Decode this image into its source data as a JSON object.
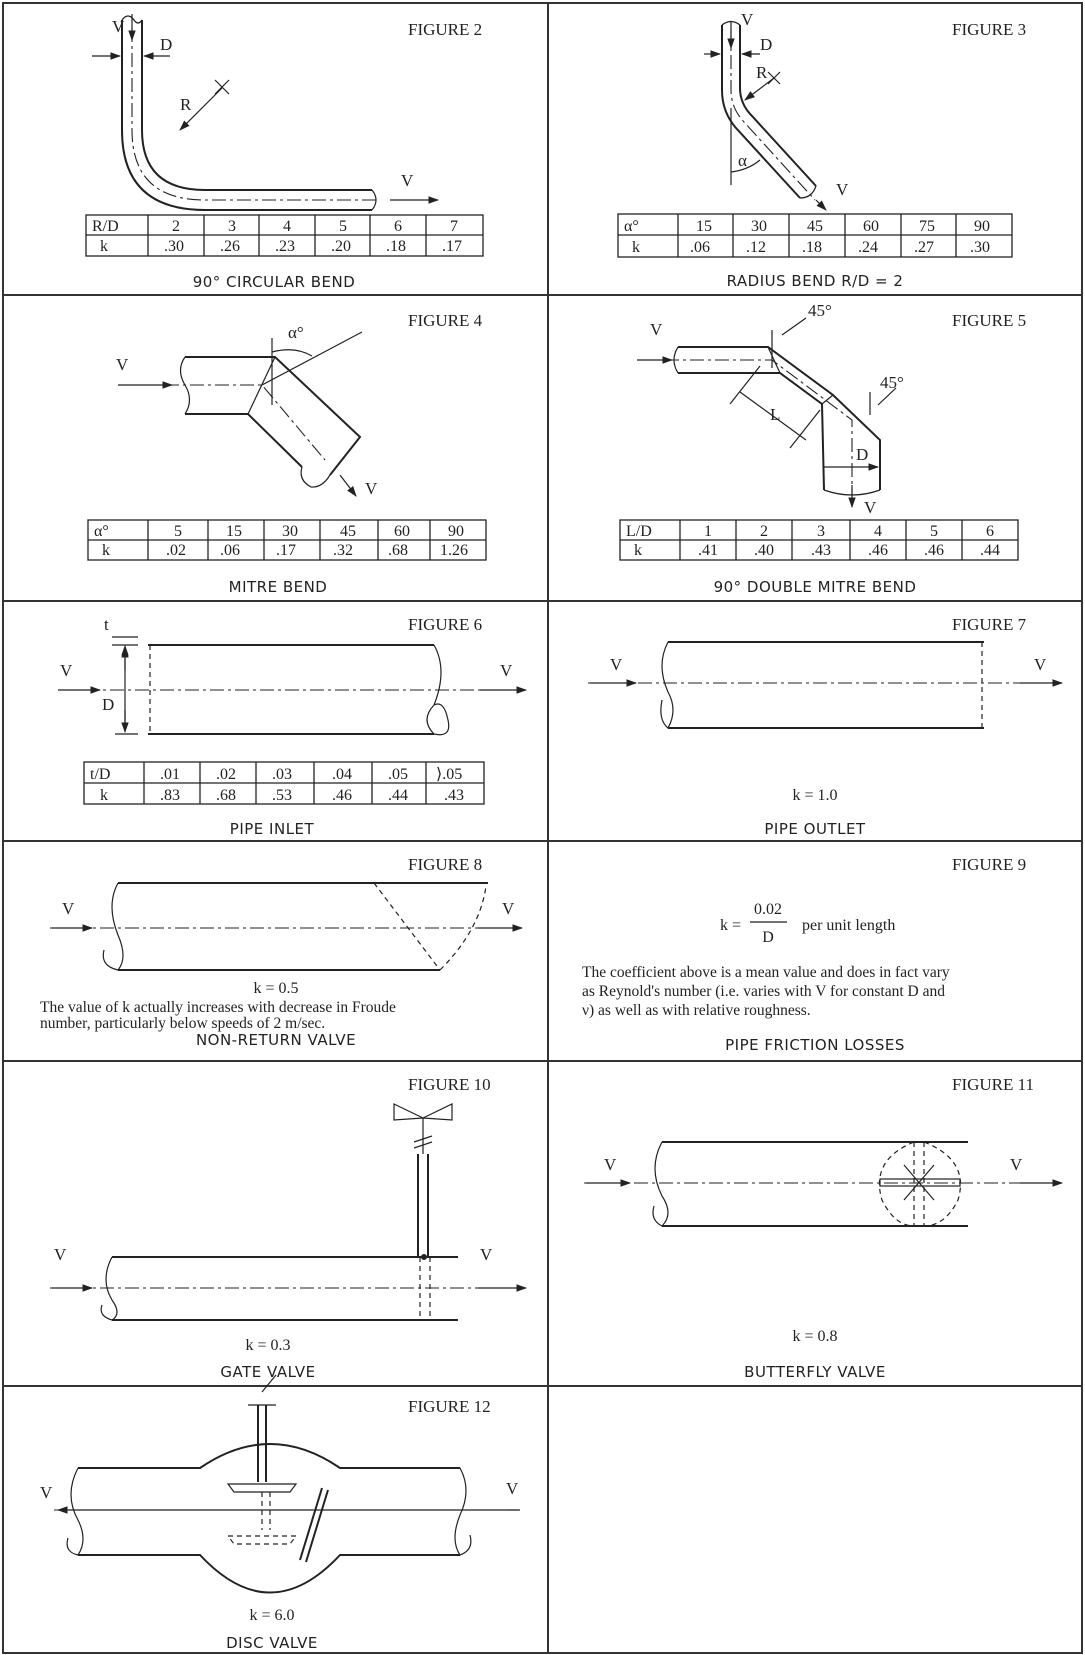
{
  "figures": {
    "f2": {
      "title": "FIGURE 2",
      "caption": "90° CIRCULAR BEND",
      "labels": {
        "v_in": "V",
        "d": "D",
        "r": "R",
        "v_out": "V"
      },
      "table": {
        "row1": [
          "R/D",
          "2",
          "3",
          "4",
          "5",
          "6",
          "7"
        ],
        "row2": [
          "k",
          ".30",
          ".26",
          ".23",
          ".20",
          ".18",
          ".17"
        ]
      }
    },
    "f3": {
      "title": "FIGURE 3",
      "caption": "RADIUS BEND   R/D = 2",
      "labels": {
        "v_in": "V",
        "d": "D",
        "r": "R",
        "alpha": "α",
        "v_out": "V"
      },
      "table": {
        "row1": [
          "α°",
          "15",
          "30",
          "45",
          "60",
          "75",
          "90"
        ],
        "row2": [
          "k",
          ".06",
          ".12",
          ".18",
          ".24",
          ".27",
          ".30"
        ]
      }
    },
    "f4": {
      "title": "FIGURE 4",
      "caption": "MITRE BEND",
      "labels": {
        "alpha": "α°",
        "v_in": "V",
        "v_out": "V"
      },
      "table": {
        "row1": [
          "α°",
          "5",
          "15",
          "30",
          "45",
          "60",
          "90"
        ],
        "row2": [
          "k",
          ".02",
          ".06",
          ".17",
          ".32",
          ".68",
          "1.26"
        ]
      }
    },
    "f5": {
      "title": "FIGURE 5",
      "caption": "90° DOUBLE MITRE BEND",
      "labels": {
        "v_in": "V",
        "a1": "45°",
        "a2": "45°",
        "l": "L",
        "d": "D",
        "v_out": "V"
      },
      "table": {
        "row1": [
          "L/D",
          "1",
          "2",
          "3",
          "4",
          "5",
          "6"
        ],
        "row2": [
          "k",
          ".41",
          ".40",
          ".43",
          ".46",
          ".46",
          ".44"
        ]
      }
    },
    "f6": {
      "title": "FIGURE 6",
      "caption": "PIPE INLET",
      "labels": {
        "t": "t",
        "v_in": "V",
        "d": "D",
        "v_out": "V"
      },
      "table": {
        "row1": [
          "t/D",
          ".01",
          ".02",
          ".03",
          ".04",
          ".05",
          "⟩.05"
        ],
        "row2": [
          "k",
          ".83",
          ".68",
          ".53",
          ".46",
          ".44",
          ".43"
        ]
      }
    },
    "f7": {
      "title": "FIGURE 7",
      "caption": "PIPE OUTLET",
      "k": "k = 1.0",
      "labels": {
        "v_in": "V",
        "v_out": "V"
      }
    },
    "f8": {
      "title": "FIGURE 8",
      "caption": "NON-RETURN VALVE",
      "k": "k = 0.5",
      "note1": "The value of k actually increases with decrease in Froude",
      "note2": "number, particularly below speeds of 2 m/sec.",
      "labels": {
        "v_in": "V",
        "v_out": "V"
      }
    },
    "f9": {
      "title": "FIGURE 9",
      "caption": "PIPE FRICTION LOSSES",
      "formula": {
        "lhs": "k =",
        "num": "0.02",
        "den": "D",
        "rhs": "per unit length"
      },
      "text1": "The coefficient above is a mean value and does in fact vary",
      "text2": "as Reynold's number (i.e. varies with V for constant D and",
      "text3": "ν) as well as with relative roughness."
    },
    "f10": {
      "title": "FIGURE 10",
      "caption": "GATE VALVE",
      "k": "k = 0.3",
      "labels": {
        "v_in": "V",
        "v_out": "V"
      }
    },
    "f11": {
      "title": "FIGURE 11",
      "caption": "BUTTERFLY VALVE",
      "k": "k = 0.8",
      "labels": {
        "v_in": "V",
        "v_out": "V"
      }
    },
    "f12": {
      "title": "FIGURE 12",
      "caption": "DISC VALVE",
      "k": "k = 6.0",
      "labels": {
        "v_in": "V",
        "v_out": "V"
      }
    }
  }
}
